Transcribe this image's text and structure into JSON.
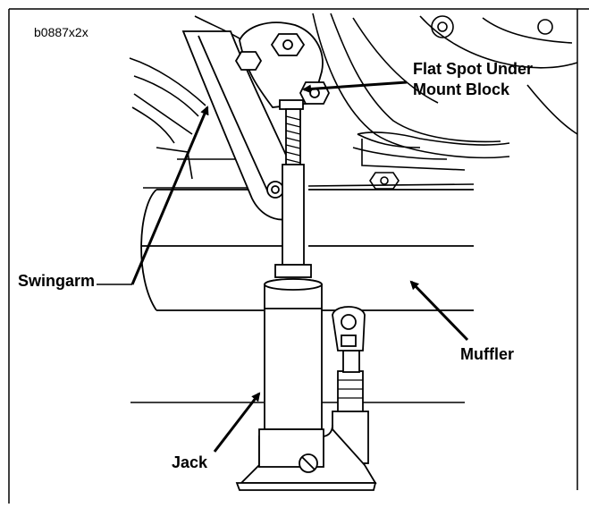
{
  "figure_code": "b0887x2x",
  "callouts": {
    "flat_spot_line1": "Flat Spot Under",
    "flat_spot_line2": "Mount Block",
    "swingarm": "Swingarm",
    "muffler": "Muffler",
    "jack": "Jack"
  },
  "colors": {
    "ink": "#000000",
    "paper": "#ffffff"
  }
}
